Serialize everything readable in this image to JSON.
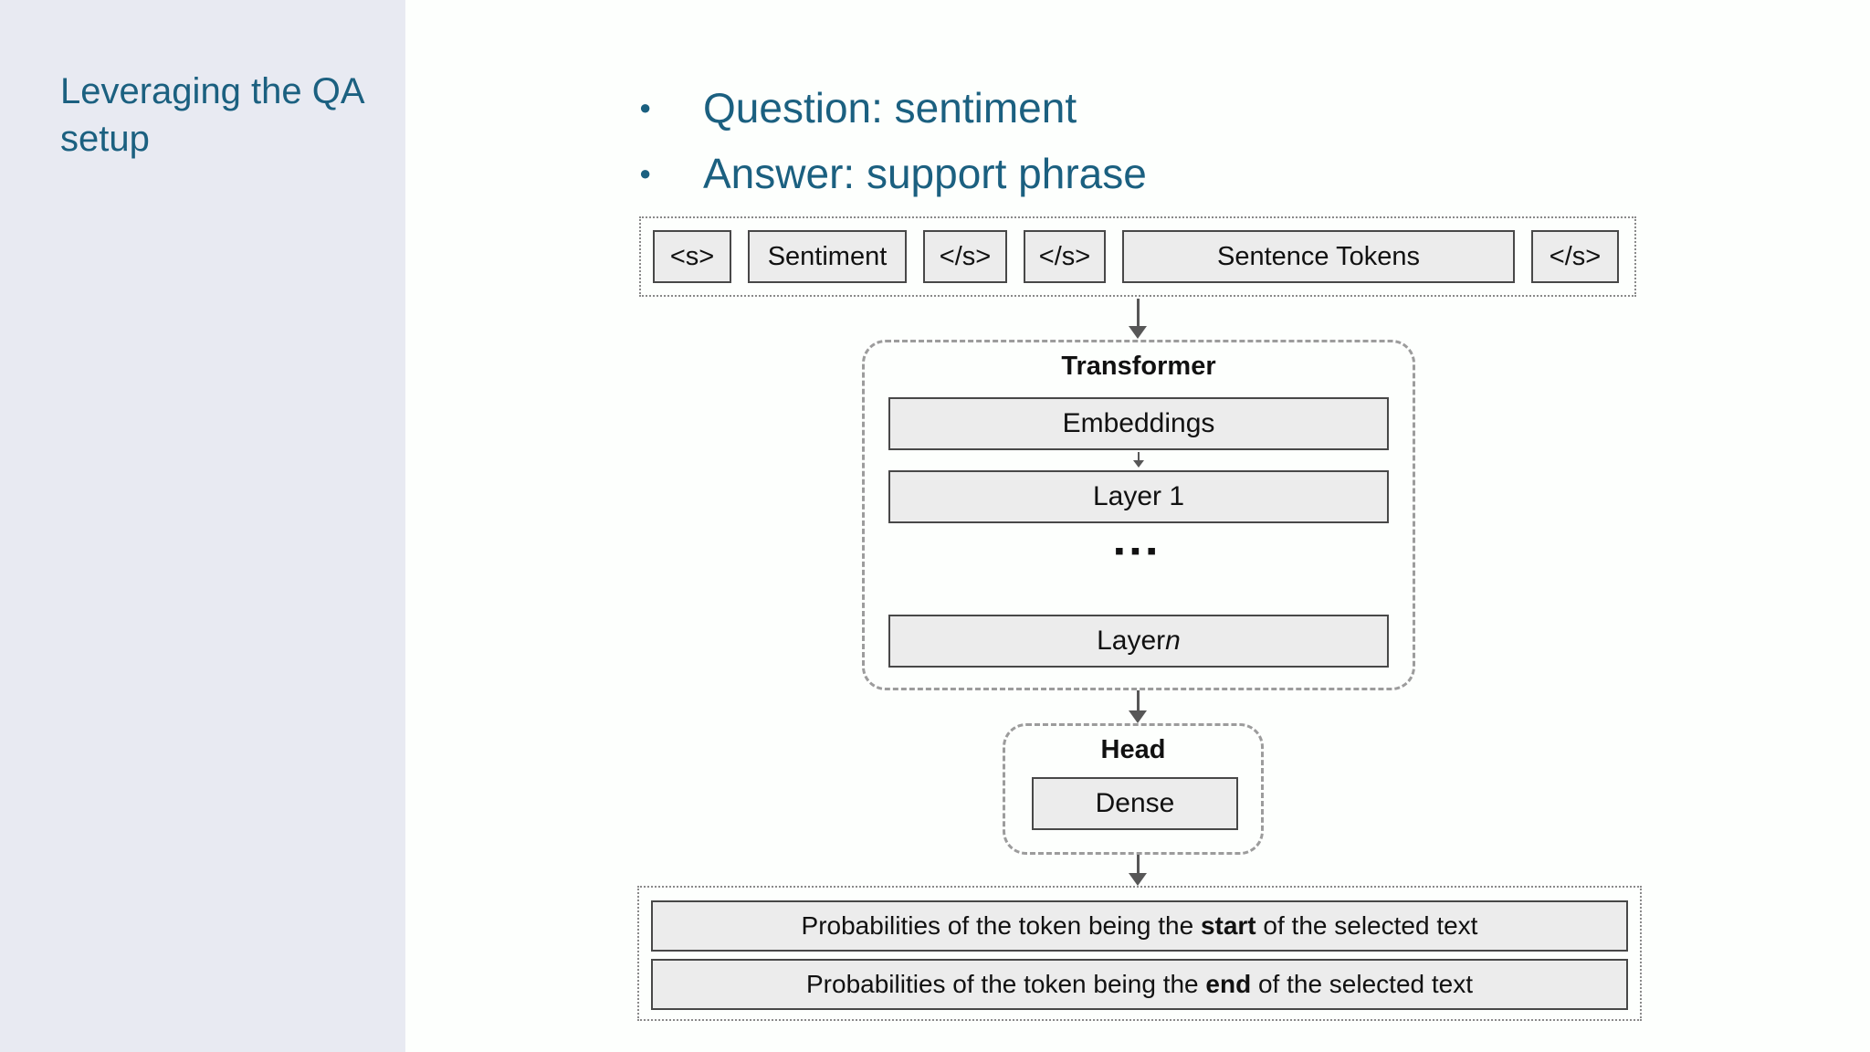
{
  "slide": {
    "title": "Leveraging the QA setup"
  },
  "bullets": [
    {
      "label": "Question: sentiment"
    },
    {
      "label": "Answer: support phrase"
    }
  ],
  "diagram": {
    "input_tokens": [
      {
        "label": "<s>"
      },
      {
        "label": "Sentiment"
      },
      {
        "label": "</s>"
      },
      {
        "label": "</s>"
      },
      {
        "label": "Sentence Tokens"
      },
      {
        "label": "</s>"
      }
    ],
    "transformer": {
      "title": "Transformer",
      "embeddings_label": "Embeddings",
      "layer1_label": "Layer 1",
      "ellipsis": "▪▪▪",
      "layer_n_prefix": "Layer ",
      "layer_n_variable": "n"
    },
    "head": {
      "title": "Head",
      "dense_label": "Dense"
    },
    "outputs": [
      {
        "prefix": "Probabilities of the token being the ",
        "emphasis": "start",
        "suffix": " of the selected text"
      },
      {
        "prefix": "Probabilities of the token being the ",
        "emphasis": "end",
        "suffix": " of the selected text"
      }
    ]
  },
  "colors": {
    "accent_teal": "#1b6080",
    "sidebar_background": "#e8eaf2",
    "diagram_box_fill": "#ececec",
    "diagram_box_border": "#484848",
    "container_border": "#9c9c9c",
    "arrow": "#575757"
  }
}
